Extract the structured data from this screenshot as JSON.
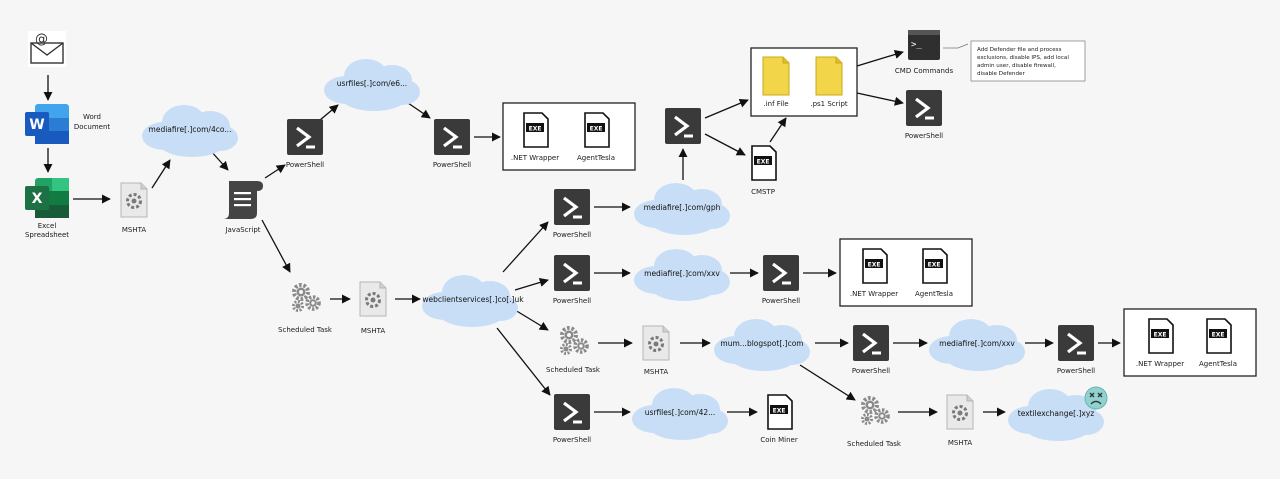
{
  "nodes": {
    "email": {
      "label": ""
    },
    "word": {
      "label_line1": "Word",
      "label_line2": "Document"
    },
    "excel": {
      "label_line1": "Excel",
      "label_line2": "Spreadsheet"
    },
    "mshta_1": {
      "label": "MSHTA"
    },
    "cloud_mediafire_4co": {
      "label": "mediafire[.]com/4co..."
    },
    "javascript": {
      "label": "JavaScript"
    },
    "ps_1": {
      "label": "PowerShell"
    },
    "cloud_usrfiles_e6": {
      "label": "usrfiles[.]com/e6..."
    },
    "ps_2": {
      "label": "PowerShell"
    },
    "exe_netwrapper_1": {
      "label": ".NET Wrapper",
      "badge": "EXE"
    },
    "exe_agenttesla_1": {
      "label": "AgentTesla",
      "badge": "EXE"
    },
    "sched_1": {
      "label": "Scheduled Task"
    },
    "mshta_2": {
      "label": "MSHTA"
    },
    "cloud_webclient": {
      "label": "webclientservices[.]co[.]uk"
    },
    "ps_3": {
      "label": "PowerShell"
    },
    "cloud_mediafire_gph": {
      "label": "mediafire[.]com/gph"
    },
    "ps_top": {
      "label": ""
    },
    "cmstp": {
      "label": "CMSTP",
      "badge": "EXE"
    },
    "inf_file": {
      "label": ".inf File"
    },
    "ps1_script": {
      "label": ".ps1 Script"
    },
    "cmd": {
      "label": "CMD Commands"
    },
    "ps_right": {
      "label": "PowerShell"
    },
    "ps_4": {
      "label": "PowerShell"
    },
    "cloud_mediafire_xxv_1": {
      "label": "mediafire[.]com/xxv"
    },
    "ps_5": {
      "label": "PowerShell"
    },
    "exe_netwrapper_2": {
      "label": ".NET Wrapper",
      "badge": "EXE"
    },
    "exe_agenttesla_2": {
      "label": "AgentTesla",
      "badge": "EXE"
    },
    "sched_2": {
      "label": "Scheduled Task"
    },
    "mshta_3": {
      "label": "MSHTA"
    },
    "cloud_blogspot": {
      "label": "mum...blogspot[.]com"
    },
    "ps_6": {
      "label": "PowerShell"
    },
    "cloud_mediafire_xxv_2": {
      "label": "mediafire[.]com/xxv"
    },
    "ps_7": {
      "label": "PowerShell"
    },
    "exe_netwrapper_3": {
      "label": ".NET Wrapper",
      "badge": "EXE"
    },
    "exe_agenttesla_3": {
      "label": "AgentTesla",
      "badge": "EXE"
    },
    "ps_8": {
      "label": "PowerShell"
    },
    "cloud_usrfiles_42": {
      "label": "usrfiles[.]com/42..."
    },
    "coin_miner": {
      "label": "Coin Miner",
      "badge": "EXE"
    },
    "sched_3": {
      "label": "Scheduled Task"
    },
    "mshta_4": {
      "label": "MSHTA"
    },
    "cloud_textilexchange": {
      "label": "textilexchange[.]xyz"
    }
  },
  "note": {
    "lines": [
      "Add Defender file and process",
      "exclusions, disable IPS, add local",
      "admin user, disable firewall,",
      "disable Defender"
    ]
  },
  "colors": {
    "powershell_bg": "#3a3a3a",
    "cloud_fill": "#c8def6",
    "excel_green": "#1e7145",
    "word_blue": "#185abd",
    "file_yellow": "#f3d54a",
    "sad_face": "#8fd2d0"
  }
}
